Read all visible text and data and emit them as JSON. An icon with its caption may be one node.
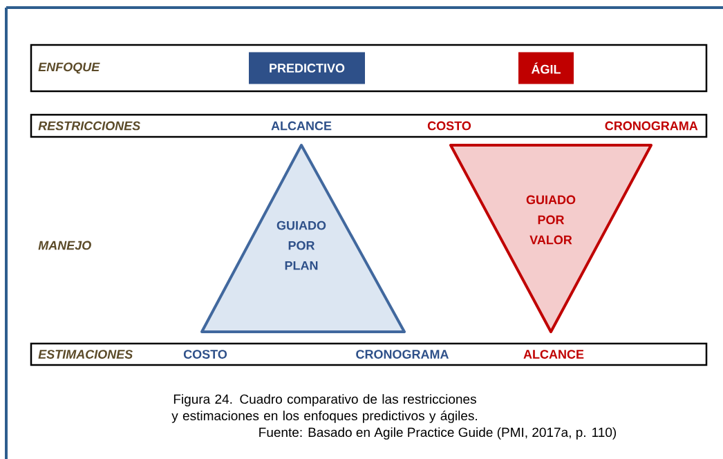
{
  "diagram": {
    "caption": "Figura 24. Cuadro comparativo de las restricciones y estimaciones en los enfoques predictivos y ágiles.",
    "nodes": [
      {
        "text": [
          "ENFOQUE"
        ]
      },
      {
        "text": [
          "PREDICTIVO"
        ],
        "in": 0
      },
      {
        "text": [
          "ÁGIL"
        ],
        "in": 0
      },
      {
        "text": [
          "RESTRICCIONES",
          "ALCANCE",
          "COSTO",
          "CRONOGRAMA"
        ]
      },
      {
        "text": [
          "GUIADO POR PLAN"
        ]
      },
      {
        "text": [
          "GUIADO POR VALOR"
        ]
      },
      {
        "text": [
          "ESTIMACIONES",
          "COSTO",
          "CRONOGRAMA",
          "ALCANCE"
        ]
      }
    ],
    "edges": [],
    "labels": [
      "MANEJO",
      "Fuente: Basado en Agile Practice Guide (PMI, 2017a, p. 110)"
    ]
  }
}
